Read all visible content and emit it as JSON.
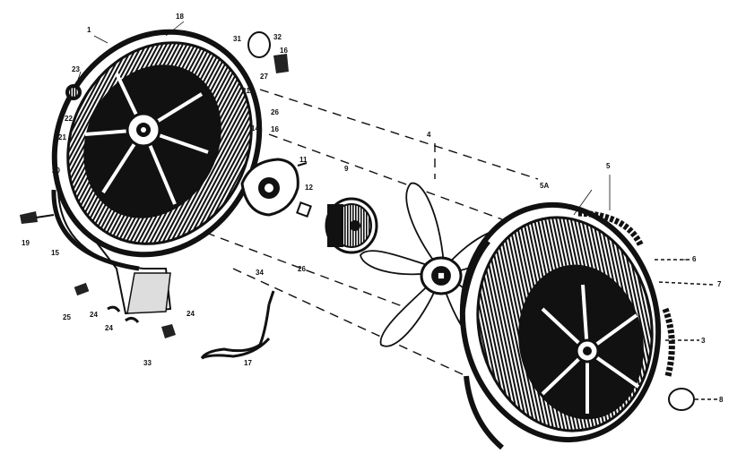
{
  "diagram": {
    "callouts": [
      "18",
      "1",
      "23",
      "22",
      "21",
      "20",
      "19",
      "15",
      "25",
      "24",
      "24",
      "31",
      "32",
      "16",
      "27",
      "21",
      "26",
      "14",
      "16",
      "11",
      "12",
      "9",
      "4",
      "5A",
      "5",
      "6",
      "7",
      "3",
      "8",
      "34",
      "24",
      "26",
      "17",
      "33"
    ]
  }
}
